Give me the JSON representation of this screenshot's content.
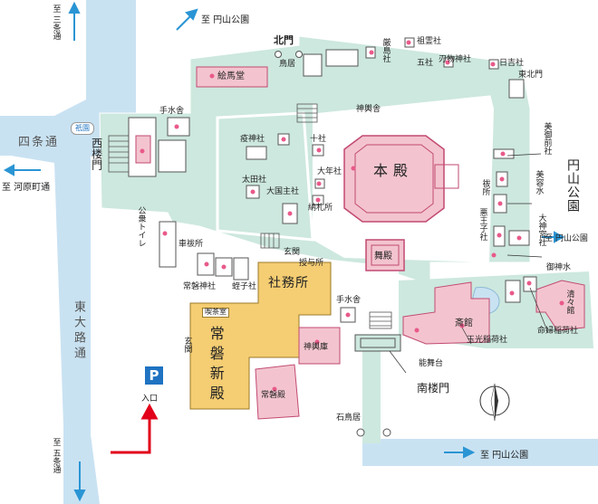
{
  "roads": {
    "shijo": "四条通",
    "higashioji": "東大路通",
    "maruyama_park": "円山公園"
  },
  "directions": {
    "to_sanjo": "至 三条通",
    "to_kawaramachi": "至 河原町通",
    "to_gojo": "至 五条通",
    "to_maruyama_top": "至 円山公園",
    "to_maruyama_right": "至 円山公園",
    "to_maruyama_bottom": "至 円山公園"
  },
  "badges": {
    "gion": "祇園",
    "parking": "P"
  },
  "labels": {
    "kitamon": "北門",
    "torii_north": "鳥居",
    "emado": "絵馬堂",
    "itsukushima": "厳島社",
    "sosha": "祖霊社",
    "gosha": "五社",
    "hamono": "刃物神社",
    "hiyoshi": "日吉社",
    "tohokumon": "東北門",
    "temizusha_w": "手水舎",
    "nishiromon": "西楼門",
    "shinyosha": "神輿舎",
    "ekijin": "疫神社",
    "taitanusha": "太田社",
    "okuninushi": "大国主社",
    "jukkasha": "十社",
    "otoshi": "大年社",
    "nofudasho": "納札所",
    "honden": "本殿",
    "bigozen": "美御前社",
    "biyosui": "美容水",
    "haraedo": "祓所",
    "akuoji": "悪王子社",
    "daijingu": "大神宮社",
    "koutoilet": "公衆トイレ",
    "haraisho2": "車祓所",
    "genkan_top": "玄関",
    "juyosho": "授与所",
    "butoden": "舞殿",
    "goshinsui": "御神水",
    "tokiwa_shrine": "常磐神社",
    "hiruko": "蛭子社",
    "shamusho": "社務所",
    "kissashitsu": "喫茶室",
    "genkan_side": "玄関",
    "tokiwa_new": "常磐新殿",
    "temizusha_c": "手水舎",
    "shinyoko": "神輿庫",
    "tokiwaden": "常磐殿",
    "saikan": "斎館",
    "seiseiden": "清々館",
    "gyokko": "玉光稲荷社",
    "meifuku": "命婦稲荷社",
    "nobutai": "能舞台",
    "minamiromon": "南楼門",
    "ishitorii": "石鳥居",
    "entrance": "入口"
  },
  "colors": {
    "ground": "#cde8de",
    "building": "#f3c4cf",
    "building_edge": "#c24a72",
    "new_hall": "#f5cd72",
    "road": "#c9e2f2",
    "arrow": "#2a95d4",
    "entrance_arrow": "#e2001a"
  },
  "icons": {
    "compass": "compass-rose-icon",
    "parking": "parking-icon"
  }
}
